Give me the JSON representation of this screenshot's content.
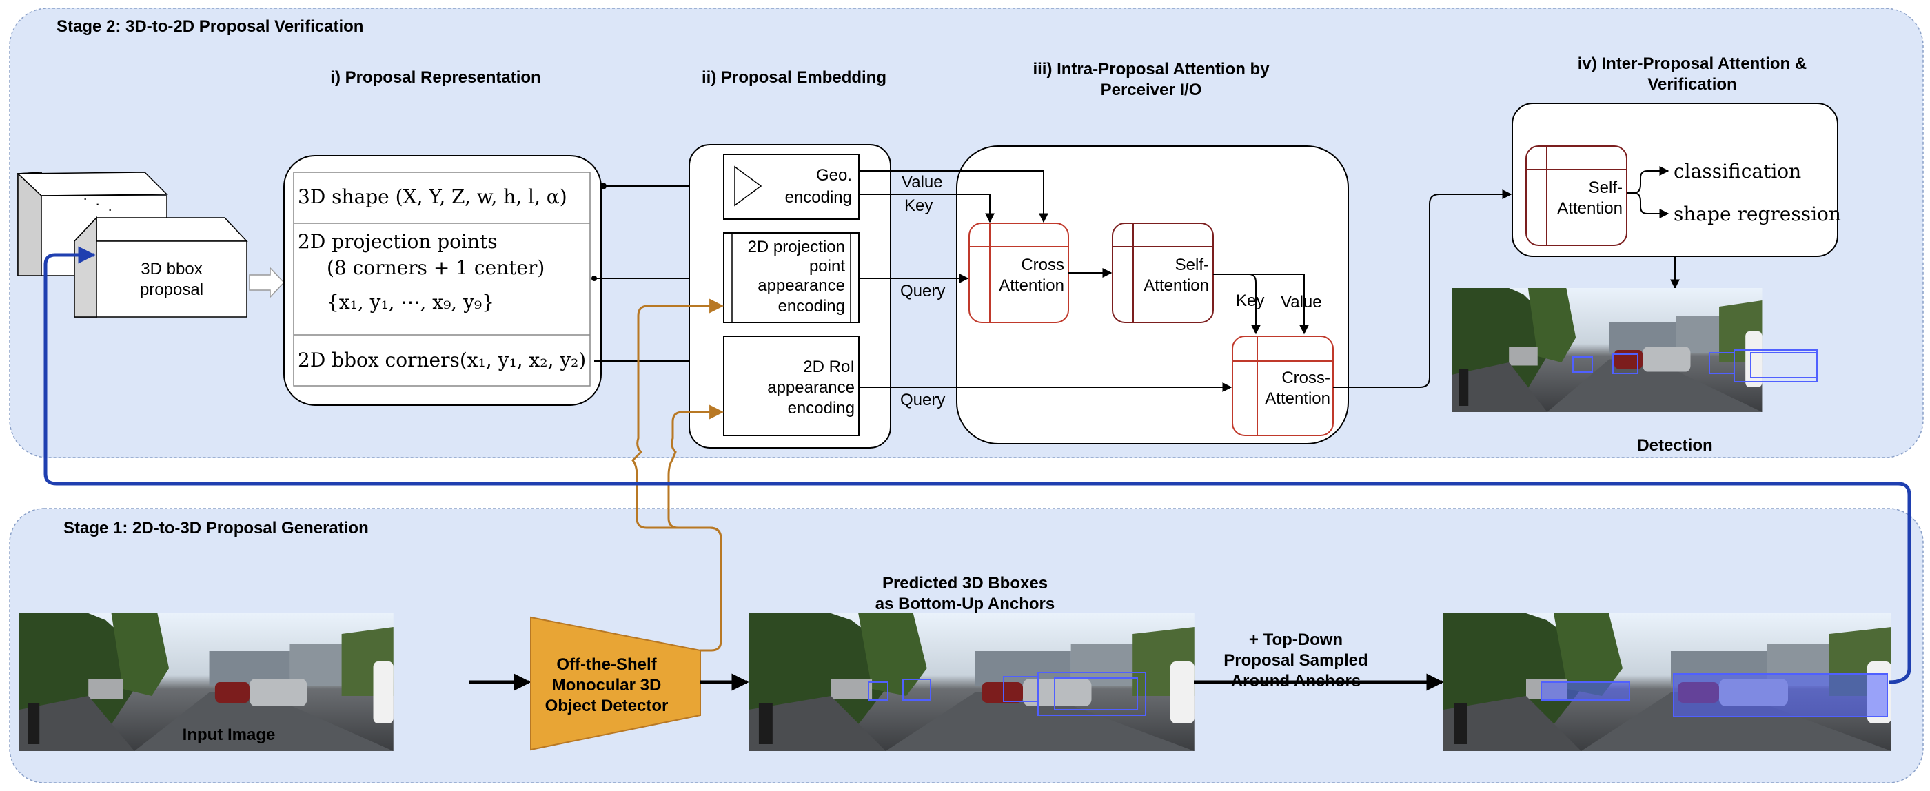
{
  "stage2": {
    "title": "Stage 2: 3D-to-2D Proposal Verification",
    "section_i": "i) Proposal Representation",
    "section_ii": "ii) Proposal Embedding",
    "section_iii_line1": "iii) Intra-Proposal Attention by",
    "section_iii_line2": "Perceiver I/O",
    "section_iv_line1": "iv) Inter-Proposal Attention &",
    "section_iv_line2": "Verification",
    "bbox_proposal_line1": "3D bbox",
    "bbox_proposal_line2": "proposal",
    "rep_shape": "3D shape (X, Y, Z, w, h, l, α)",
    "rep_proj_line1": "2D projection points",
    "rep_proj_line2": "(8 corners + 1 center)",
    "rep_proj_line3": "{x₁, y₁, ⋯, x₉, y₉}",
    "rep_bbox": "2D bbox corners(x₁, y₁, x₂, y₂)",
    "emb_geo_line1": "Geo.",
    "emb_geo_line2": "encoding",
    "emb_proj_line1": "2D projection",
    "emb_proj_line2": "point",
    "emb_proj_line3": "appearance",
    "emb_proj_line4": "encoding",
    "emb_roi_line1": "2D RoI",
    "emb_roi_line2": "appearance",
    "emb_roi_line3": "encoding",
    "label_value": "Value",
    "label_key": "Key",
    "label_query": "Query",
    "cross_attn_line1": "Cross",
    "cross_attn_line2": "Attention",
    "self_attn_line1": "Self-",
    "self_attn_line2": "Attention",
    "cross_attn2_line1": "Cross-",
    "cross_attn2_line2": "Attention",
    "verif_self_line1": "Self-",
    "verif_self_line2": "Attention",
    "out_classification": "classification",
    "out_regression": "shape regression",
    "detection_label": "Detection"
  },
  "stage1": {
    "title": "Stage 1: 2D-to-3D Proposal Generation",
    "input_image_label": "Input Image",
    "detector_line1": "Off-the-Shelf",
    "detector_line2": "Monocular 3D",
    "detector_line3": "Object Detector",
    "predicted_line1": "Predicted 3D Bboxes",
    "predicted_line2": "as Bottom-Up Anchors",
    "topdown_line1": "+ Top-Down",
    "topdown_line2": "Proposal Sampled",
    "topdown_line3": "Around Anchors"
  },
  "colors": {
    "stage_bg": "#dce6f8",
    "attention_red": "#c0392b",
    "detector_orange": "#e8a535",
    "flow_blue": "#1f3fb0",
    "orange_connector": "#b87824",
    "bbox_blue": "#5060ff"
  }
}
